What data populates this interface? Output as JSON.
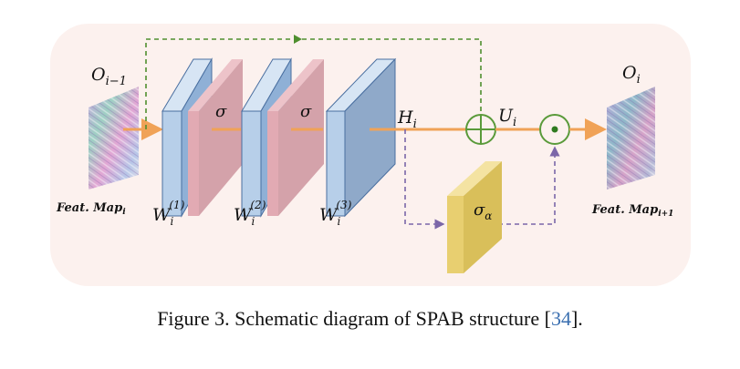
{
  "diagram": {
    "input": {
      "label_main": "O",
      "label_sub": "i−1",
      "feat_main": "Feat. Map",
      "feat_sub": "i"
    },
    "output": {
      "label_main": "O",
      "label_sub": "i",
      "feat_main": "Feat. Map",
      "feat_sub": "i+1"
    },
    "convs": [
      {
        "main": "W",
        "sub": "i",
        "sup": "(1)"
      },
      {
        "main": "W",
        "sub": "i",
        "sup": "(2)"
      },
      {
        "main": "W",
        "sub": "i",
        "sup": "(3)"
      }
    ],
    "activations": [
      {
        "symbol": "σ"
      },
      {
        "symbol": "σ"
      }
    ],
    "h_main": "H",
    "h_sub": "i",
    "u_main": "U",
    "u_sub": "i",
    "attention": {
      "main": "σ",
      "sub": "α"
    },
    "colors": {
      "background": "#fcf1ee",
      "conv_blue": "#b7cfe9",
      "activation_pink": "#d9a0a9",
      "attention_yellow": "#e8cf70",
      "flow_orange": "#f0a257",
      "skip_green": "#4f8f2f",
      "gate_purple": "#7b66a8",
      "operator_green": "#5a9a3a"
    }
  },
  "caption": {
    "text": "Figure 3. Schematic diagram of SPAB structure [",
    "ref": "34",
    "end": "]."
  }
}
